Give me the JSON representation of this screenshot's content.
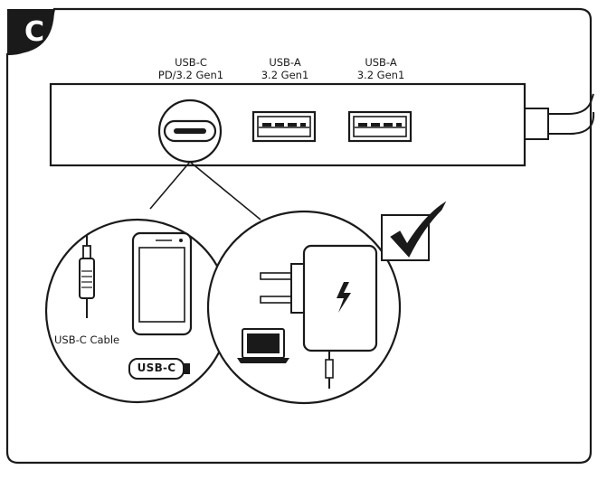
{
  "figure": {
    "badge": "C",
    "ports": [
      {
        "line1": "USB-C",
        "line2": "PD/3.2 Gen1"
      },
      {
        "line1": "USB-A",
        "line2": "3.2 Gen1"
      },
      {
        "line1": "USB-A",
        "line2": "3.2 Gen1"
      }
    ],
    "left_circle": {
      "cable_label": "USB-C Cable",
      "chip_label": "USB-C"
    },
    "right_circle": {
      "status": "check-mark-icon"
    }
  }
}
